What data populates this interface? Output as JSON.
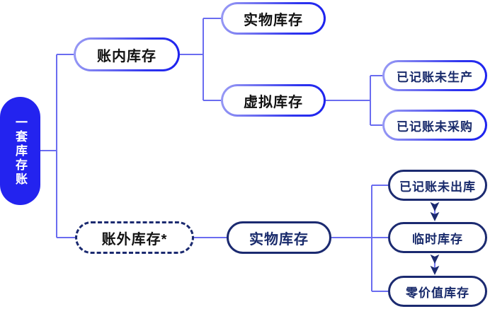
{
  "diagram": {
    "title": "一套库存账 inventory account breakdown",
    "colors": {
      "root_fill": "#2323ef",
      "root_text": "#ffffff",
      "gradient_start": "#9a9cf5",
      "gradient_end": "#1b21ee",
      "navy_border": "#1b2a70",
      "navy_text": "#182a6b",
      "connector": "#6a6cf0",
      "arrow": "#1b2a70",
      "background": "#ffffff"
    },
    "nodes": {
      "root": {
        "label": "一套库存账",
        "style": "solid-blue-pill-vertical"
      },
      "in_account": {
        "label": "账内库存",
        "style": "gradient-pill"
      },
      "in_physical": {
        "label": "实物库存",
        "style": "gradient-pill"
      },
      "in_virtual": {
        "label": "虚拟库存",
        "style": "gradient-pill"
      },
      "posted_not_produced": {
        "label": "已记账未生产",
        "style": "gradient-pill"
      },
      "posted_not_purchased": {
        "label": "已记账未采购",
        "style": "gradient-pill"
      },
      "off_account": {
        "label": "账外库存*",
        "style": "dashed-navy-pill"
      },
      "off_physical": {
        "label": "实物库存",
        "style": "solid-navy-pill"
      },
      "posted_not_shipped": {
        "label": "已记账未出库",
        "style": "solid-navy-pill"
      },
      "temporary": {
        "label": "临时库存",
        "style": "solid-navy-pill"
      },
      "zero_value": {
        "label": "零价值库存",
        "style": "solid-navy-pill"
      }
    },
    "arrows": [
      {
        "from": "已记账未出库",
        "to": "临时库存",
        "type": "double-headed"
      },
      {
        "from": "临时库存",
        "to": "零价值库存",
        "type": "double-headed"
      }
    ]
  }
}
